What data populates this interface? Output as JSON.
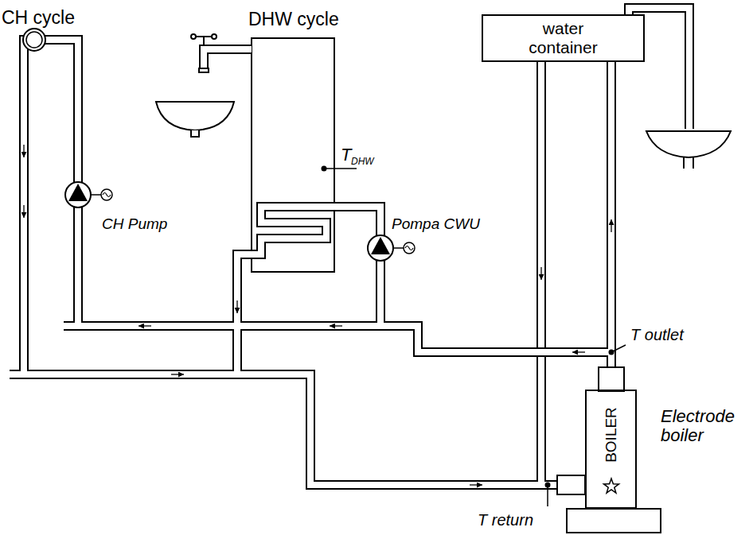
{
  "diagram": {
    "nodes": [
      {
        "text": [
          "water container"
        ]
      },
      {
        "text": [
          "BOILER"
        ]
      }
    ],
    "edges": [
      {
        "from": 0,
        "to": 1,
        "arrow": "to"
      },
      {
        "from": 1,
        "to": 0,
        "arrow": "to"
      }
    ],
    "labels": [
      "CH cycle",
      "DHW cycle",
      "CH Pump",
      "Pompa CWU",
      "T",
      "DHW",
      "T outlet",
      "T return",
      "Electrode boiler"
    ]
  }
}
